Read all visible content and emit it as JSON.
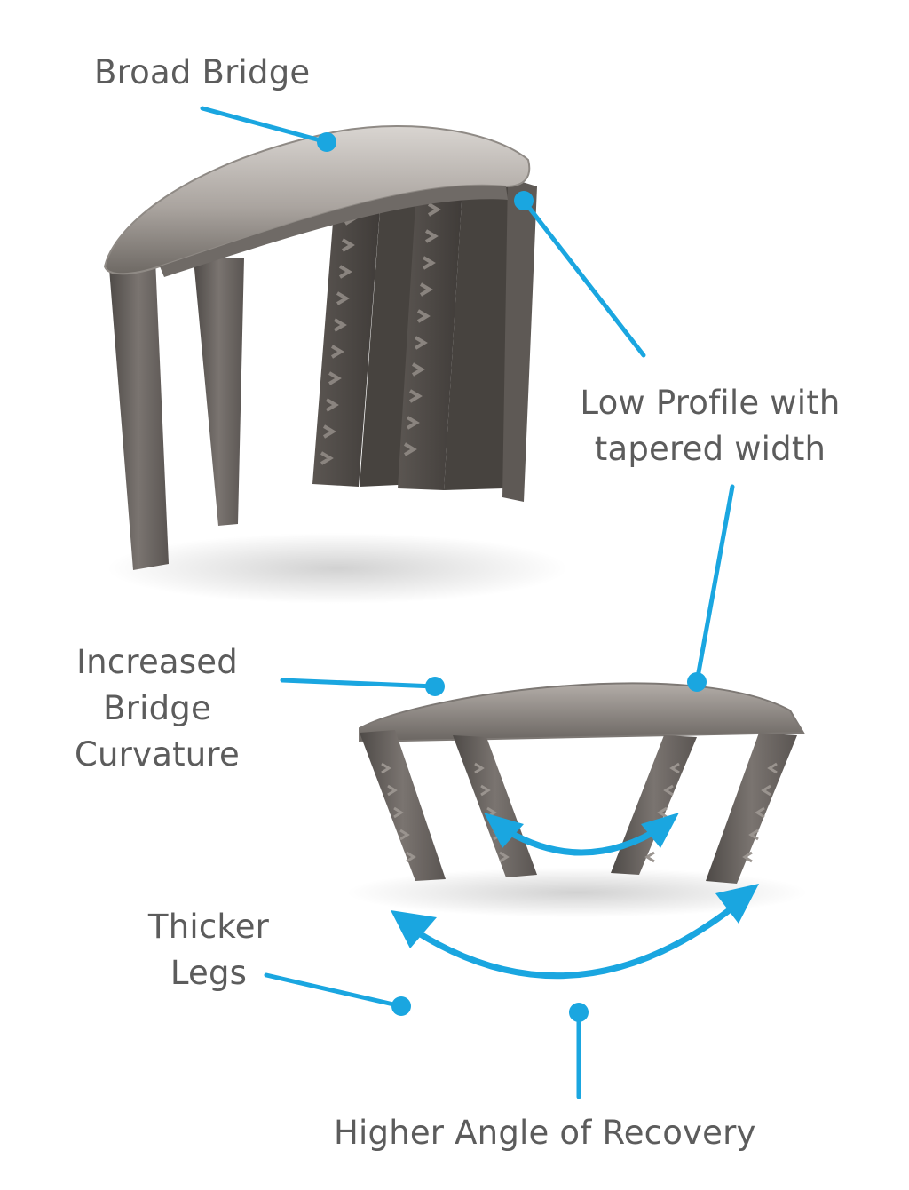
{
  "colors": {
    "accent": "#1aa6e0",
    "metal_dark": "#5b5652",
    "metal_mid": "#7c7671",
    "metal_light": "#b6b1ac",
    "text": "#5c5c5c"
  },
  "labels": {
    "broad_bridge": "Broad Bridge",
    "low_profile": [
      "Low Profile with",
      "tapered width"
    ],
    "increased_curvature": [
      "Increased",
      "Bridge",
      "Curvature"
    ],
    "thicker_legs": [
      "Thicker",
      "Legs"
    ],
    "higher_angle": "Higher Angle of Recovery"
  }
}
